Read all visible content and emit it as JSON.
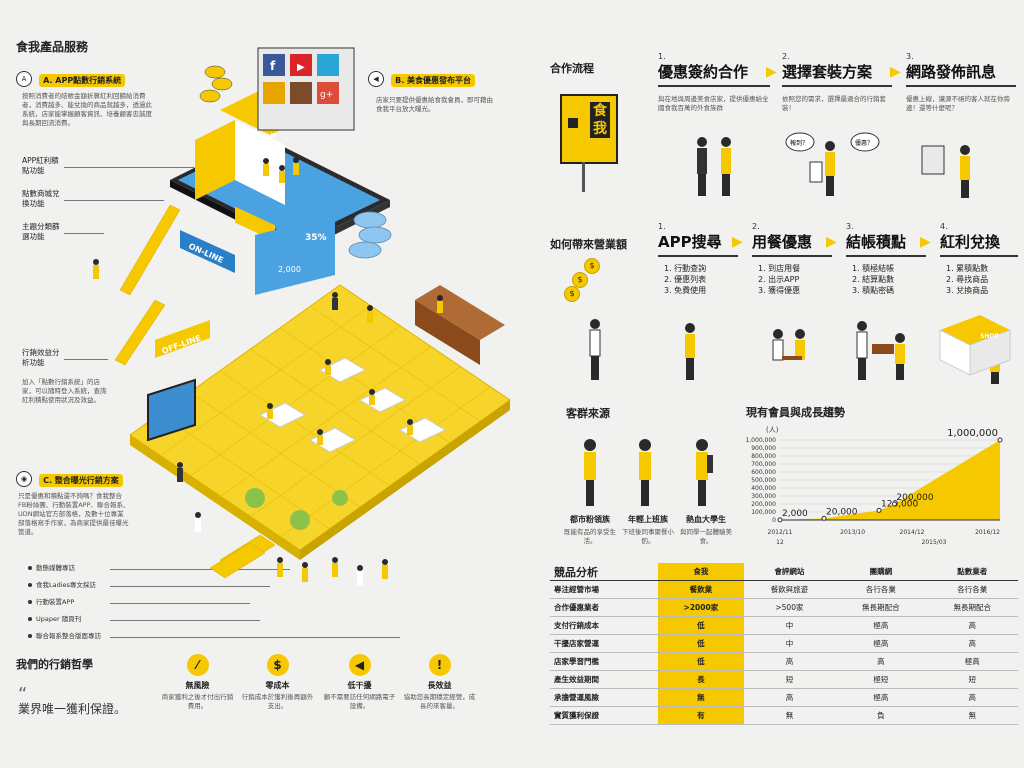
{
  "colors": {
    "accent": "#f6c800",
    "dark": "#222222",
    "bg": "#f1f1ef"
  },
  "products": {
    "title": "食我產品服務",
    "a_label": "A. APP點數行銷系統",
    "a_desc": "按照消費者的結帳金額折算紅利回饋給消費者，消費越多、能兌換的商品就越多，透過此系統，店家能掌握顧客資訊、培養顧客忠誠度與長期回流消費。",
    "b_label": "B. 美食優惠發布平台",
    "b_desc": "店家只要提供優惠給食我會員，即可藉由食我平台放大曝光。",
    "c_label": "C. 整合曝光行銷方案",
    "c_desc": "只是優惠和積點還不夠嗎？食我整合FB粉絲團、行動裝置APP、聯合報系、UDN網站官方部落格，及數十位專業部落格寫手作家，為商家提供最佳曝光管道。",
    "features": [
      "APP紅利積點功能",
      "點數商城兌換功能",
      "主題分類篩選功能",
      "行銷效益分析功能"
    ],
    "analysis_desc": "加入「點數行銷系統」的店家，可以隨時登入系統，查詢紅利積點使用狀況及效益。",
    "c_items": [
      "動態媒體專訪",
      "食我Ladies專文採訪",
      "行動裝置APP",
      "Upaper 隨頁刊",
      "聯合報系整合版面專訪"
    ],
    "shop_sign": "SHOP",
    "online_sign": "ON-LINE",
    "offline_sign": "OFF-LINE",
    "stat_big": "35%",
    "stat_small": "2,000"
  },
  "philosophy": {
    "title": "我們的行銷哲學",
    "quote": "業界唯一獲利保證。",
    "items": [
      {
        "icon": "no-risk-icon",
        "title": "無風險",
        "desc": "商家獲利之後才付出行銷費用。"
      },
      {
        "icon": "zero-cost-icon",
        "title": "零成本",
        "desc": "行銷成本於獲利後再額外支出。"
      },
      {
        "icon": "low-disturb-icon",
        "title": "低干擾",
        "desc": "顧不需要訪任何網路電子設備。"
      },
      {
        "icon": "long-benefit-icon",
        "title": "長效益",
        "desc": "協助您長期穩定經營，成長的來客量。"
      }
    ]
  },
  "process": {
    "title": "合作流程",
    "sign": "食我",
    "steps": [
      {
        "num": "1.",
        "title": "優惠簽約合作",
        "desc": "與在地與周邊美食店家，提供優惠給全國食我百萬的外食族群"
      },
      {
        "num": "2.",
        "title": "選擇套裝方案",
        "desc": "依照您的需求，選擇最適合的行銷套裝！"
      },
      {
        "num": "3.",
        "title": "網路發佈訊息",
        "desc": "優惠上線，讓源不絕的客人就在你旁邊！還等什麼呢？"
      }
    ],
    "bubble_1": "報到？",
    "bubble_2": "優惠？"
  },
  "revenue": {
    "title": "如何帶來營業額",
    "steps": [
      {
        "num": "1.",
        "title": "APP搜尋",
        "items": [
          "1. 行動查詢",
          "2. 優惠列表",
          "3. 免費使用"
        ]
      },
      {
        "num": "2.",
        "title": "用餐優惠",
        "items": [
          "1. 到店用餐",
          "2. 出示APP",
          "3. 獲得優惠"
        ]
      },
      {
        "num": "3.",
        "title": "結帳積點",
        "items": [
          "1. 積極結帳",
          "2. 結算點數",
          "3. 積點密碼"
        ]
      },
      {
        "num": "4.",
        "title": "紅利兌換",
        "items": [
          "1. 累積點數",
          "2. 尋找商品",
          "3. 兌換商品"
        ]
      }
    ]
  },
  "customers": {
    "title": "客群來源",
    "groups": [
      {
        "name": "都市粉領族",
        "desc": "既能有品的享受生活。"
      },
      {
        "name": "年輕上班族",
        "desc": "下班後同事聚餐小酌。"
      },
      {
        "name": "熱血大學生",
        "desc": "與同學一起體驗美食。"
      }
    ]
  },
  "chart_data": {
    "type": "area",
    "title": "現有會員與成長趨勢",
    "ylabel": "(人)",
    "ylim": [
      0,
      1000000
    ],
    "yticks": [
      "1,000,000",
      "900,000",
      "800,000",
      "700,000",
      "600,000",
      "500,000",
      "400,000",
      "300,000",
      "200,000",
      "100,000",
      "0"
    ],
    "xticks": [
      "2012/11",
      "2013/10",
      "2014/12",
      "2015/03",
      "2016/12"
    ],
    "x": [
      0,
      0.2,
      0.45,
      0.52,
      1.0
    ],
    "values": [
      2000,
      20000,
      120000,
      200000,
      1000000
    ],
    "labels": [
      "2,000",
      "20,000",
      "120,000",
      "200,000",
      "1,000,000"
    ],
    "xtick_rows": [
      "2012/11",
      "12"
    ]
  },
  "comparison": {
    "title": "競品分析",
    "columns": [
      "食我",
      "會評網站",
      "團購網",
      "點數業者"
    ],
    "rows": [
      {
        "name": "專注經營市場",
        "vals": [
          "餐飲業",
          "餐飲與旅遊",
          "各行各業",
          "各行各業"
        ]
      },
      {
        "name": "合作優惠業者",
        "vals": [
          ">2000家",
          ">500家",
          "無長期配合",
          "無長期配合"
        ]
      },
      {
        "name": "支付行銷成本",
        "vals": [
          "低",
          "中",
          "極高",
          "高"
        ]
      },
      {
        "name": "干擾店家營運",
        "vals": [
          "低",
          "中",
          "極高",
          "高"
        ]
      },
      {
        "name": "店家學習門檻",
        "vals": [
          "低",
          "高",
          "高",
          "極高"
        ]
      },
      {
        "name": "產生效益期間",
        "vals": [
          "長",
          "短",
          "極短",
          "短"
        ]
      },
      {
        "name": "承擔營運風險",
        "vals": [
          "無",
          "高",
          "極高",
          "高"
        ]
      },
      {
        "name": "實質獲利保證",
        "vals": [
          "有",
          "無",
          "負",
          "無"
        ]
      }
    ]
  }
}
